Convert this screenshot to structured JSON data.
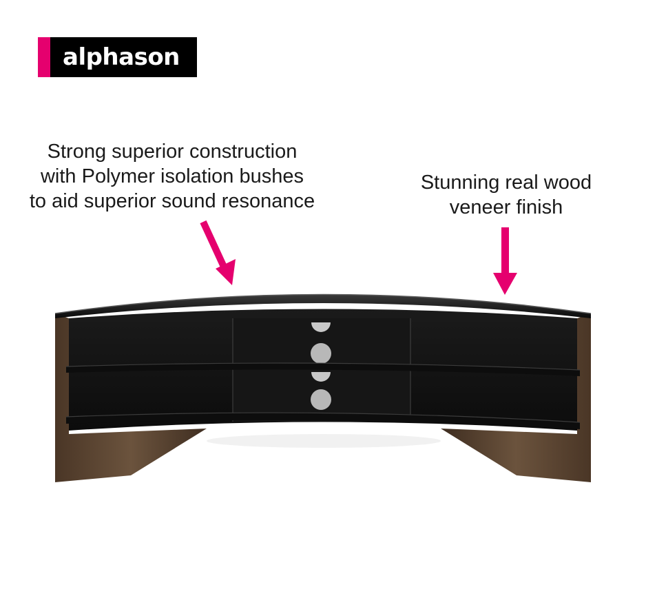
{
  "brand": {
    "name": "alphason",
    "accent_color": "#e5006e"
  },
  "callouts": {
    "left": {
      "lines": [
        "Strong superior construction",
        "with Polymer isolation bushes",
        "to aid superior sound resonance"
      ]
    },
    "right": {
      "lines": [
        "Stunning real wood",
        "veneer finish"
      ]
    }
  },
  "product": {
    "icon": "tv-stand-image",
    "colors": {
      "glass": "#0d0d0d",
      "wood": "#5b4532"
    }
  }
}
